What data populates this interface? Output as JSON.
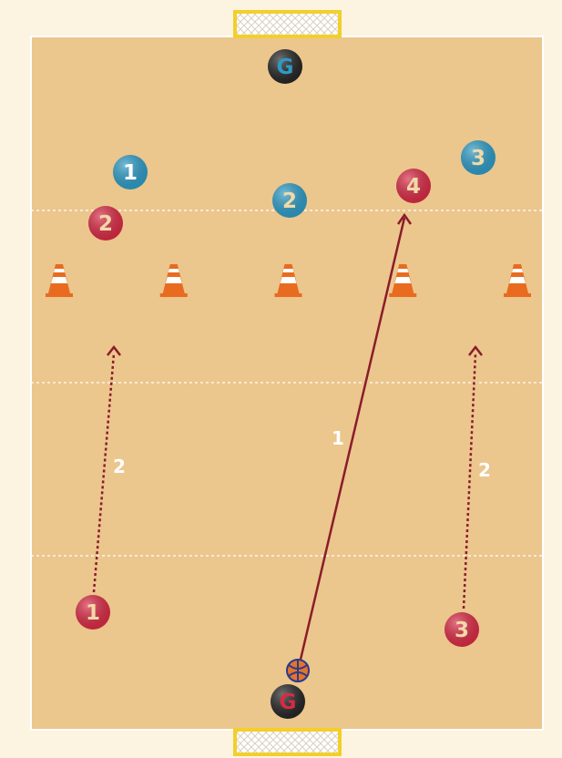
{
  "colors": {
    "outer_bg": "#fdf3e1",
    "court": "#ebc68d",
    "court_line": "#ffffff",
    "goal_frame": "#f3cf2b",
    "red_team": "#d72b45",
    "blue_team": "#2e9ac4",
    "goalkeeper": "#262626",
    "pass_line": "#8b1c2a",
    "run_line": "#8b1c2a",
    "cone_orange": "#e86b1f"
  },
  "goals": [
    {
      "name": "goal-top",
      "icon": "goal-net-icon"
    },
    {
      "name": "goal-bottom",
      "icon": "goal-net-icon"
    }
  ],
  "goalkeepers": [
    {
      "name": "goalkeeper-top",
      "label": "G"
    },
    {
      "name": "goalkeeper-bottom",
      "label": "G"
    }
  ],
  "red_players": [
    {
      "name": "red-player-1",
      "label": "1"
    },
    {
      "name": "red-player-2",
      "label": "2"
    },
    {
      "name": "red-player-3",
      "label": "3"
    },
    {
      "name": "red-player-4",
      "label": "4"
    }
  ],
  "blue_players": [
    {
      "name": "blue-player-1",
      "label": "1"
    },
    {
      "name": "blue-player-2",
      "label": "2"
    },
    {
      "name": "blue-player-3",
      "label": "3"
    }
  ],
  "cones": {
    "count": 5,
    "icon": "traffic-cone-icon"
  },
  "movements": [
    {
      "name": "pass-arrow",
      "type": "pass",
      "label": "1"
    },
    {
      "name": "run-arrow-left",
      "type": "run",
      "label": "2"
    },
    {
      "name": "run-arrow-right",
      "type": "run",
      "label": "2"
    }
  ],
  "ball": {
    "icon": "handball-icon"
  }
}
